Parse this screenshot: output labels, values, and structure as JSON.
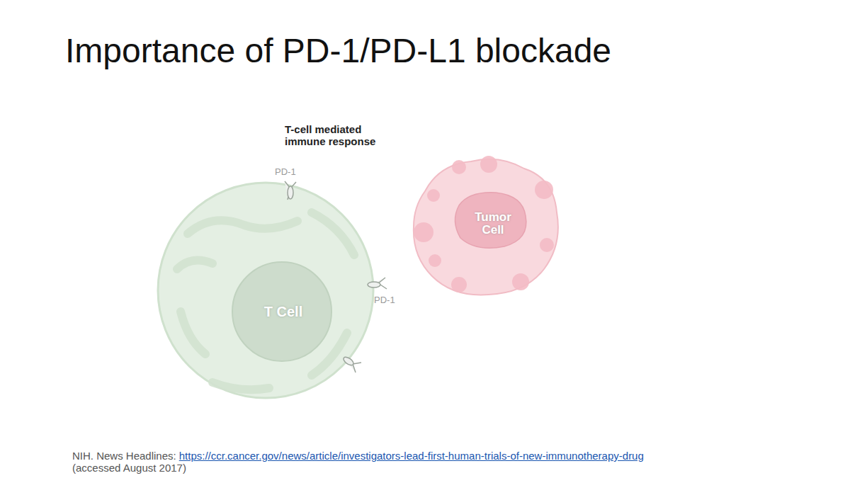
{
  "diagram": {
    "title": "Importance of PD-1/PD-L1 blockade",
    "nodes": [
      {
        "text": [
          "T Cell"
        ]
      },
      {
        "text": [
          "Tumor Cell"
        ]
      }
    ],
    "labels": [
      "T-cell mediated immune response",
      "PD-1",
      "PD-1",
      "NIH. News Headlines:",
      "https://ccr.cancer.gov/news/article/investigators-lead-first-human-trials-of-new-immunotherapy-drug",
      "(accessed August 2017)"
    ]
  }
}
